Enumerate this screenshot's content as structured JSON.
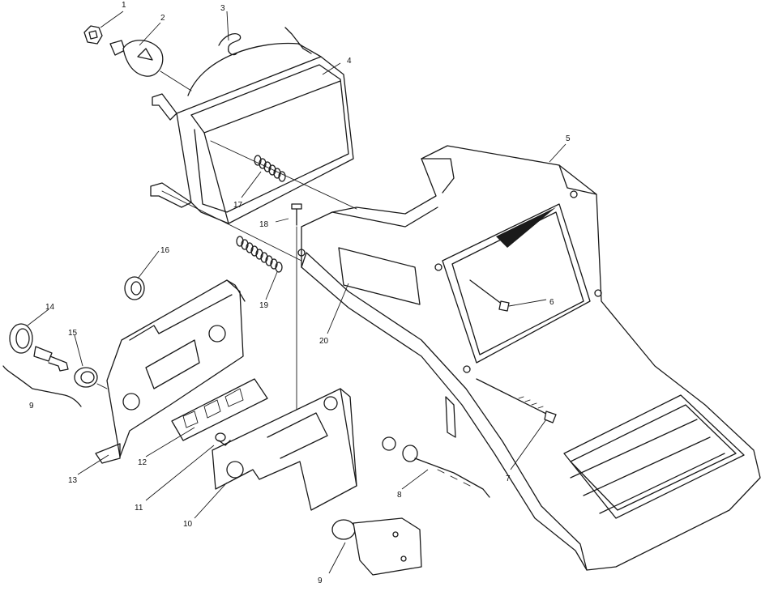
{
  "callouts": [
    {
      "id": "1",
      "text": "1"
    },
    {
      "id": "2",
      "text": "2"
    },
    {
      "id": "3",
      "text": "3"
    },
    {
      "id": "4",
      "text": "4"
    },
    {
      "id": "5",
      "text": "5"
    },
    {
      "id": "6",
      "text": "6"
    },
    {
      "id": "7",
      "text": "7"
    },
    {
      "id": "8",
      "text": "8"
    },
    {
      "id": "9a",
      "text": "9"
    },
    {
      "id": "9b",
      "text": "9"
    },
    {
      "id": "10",
      "text": "10"
    },
    {
      "id": "11",
      "text": "11"
    },
    {
      "id": "12",
      "text": "12"
    },
    {
      "id": "13",
      "text": "13"
    },
    {
      "id": "14",
      "text": "14"
    },
    {
      "id": "15",
      "text": "15"
    },
    {
      "id": "16",
      "text": "16"
    },
    {
      "id": "17",
      "text": "17"
    },
    {
      "id": "18",
      "text": "18"
    },
    {
      "id": "19",
      "text": "19"
    },
    {
      "id": "20",
      "text": "20"
    }
  ]
}
